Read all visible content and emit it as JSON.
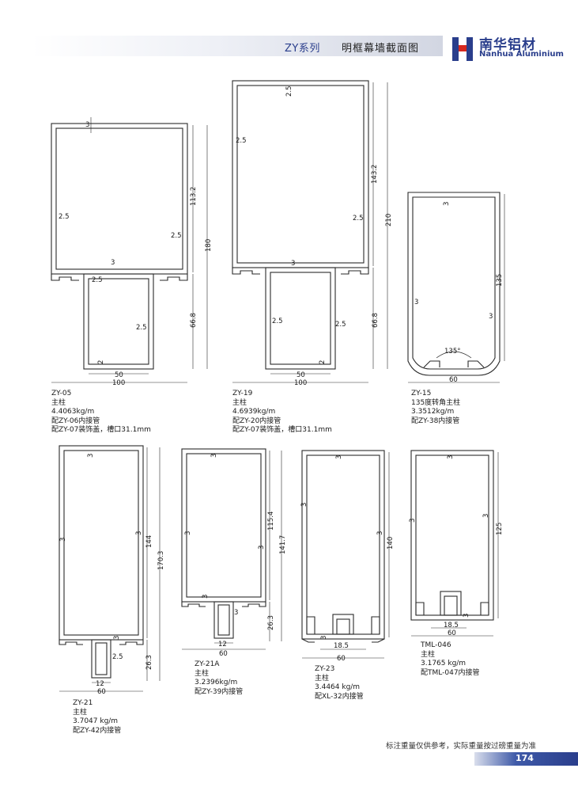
{
  "header": {
    "series": "ZY系列",
    "title": "明框幕墙截面图",
    "brand_cn": "南华铝材",
    "brand_en": "Nanhua Aluminium"
  },
  "profiles": [
    {
      "code": "ZY-05",
      "type": "主柱",
      "weight": "4.4063kg/m",
      "notes": [
        "配ZY-06内接管",
        "配ZY-07装饰盖，槽口31.1mm"
      ],
      "dims": [
        "3",
        "2.5",
        "2.5",
        "113.2",
        "180",
        "3",
        "2.5",
        "2.5",
        "66.8",
        "2",
        "50",
        "100"
      ]
    },
    {
      "code": "ZY-19",
      "type": "主柱",
      "weight": "4.6939kg/m",
      "notes": [
        "配ZY-20内接管",
        "配ZY-07装饰盖，槽口31.1mm"
      ],
      "dims": [
        "2.5",
        "2.5",
        "143.2",
        "210",
        "2.5",
        "3",
        "2.5",
        "2.5",
        "66.8",
        "2",
        "50",
        "100"
      ]
    },
    {
      "code": "ZY-15",
      "type": "135度转角主柱",
      "weight": "3.3512kg/m",
      "notes": [
        "配ZY-38内接管"
      ],
      "dims": [
        "3",
        "135",
        "3",
        "3",
        "135°",
        "60"
      ]
    },
    {
      "code": "ZY-21",
      "type": "主柱",
      "weight": "3.7047 kg/m",
      "notes": [
        "配ZY-42内接管"
      ],
      "dims": [
        "3",
        "3",
        "3",
        "144",
        "170.3",
        "3",
        "2.5",
        "26.3",
        "12",
        "60"
      ]
    },
    {
      "code": "ZY-21A",
      "type": "主柱",
      "weight": "3.2396kg/m",
      "notes": [
        "配ZY-39内接管"
      ],
      "dims": [
        "3",
        "3",
        "3",
        "115.4",
        "141.7",
        "3",
        "3",
        "26.3",
        "12",
        "60"
      ]
    },
    {
      "code": "ZY-23",
      "type": "主柱",
      "weight": "3.4464 kg/m",
      "notes": [
        "配XL-32内接管"
      ],
      "dims": [
        "3",
        "3",
        "3",
        "140",
        "3",
        "18.5",
        "60"
      ]
    },
    {
      "code": "TML-046",
      "type": "主柱",
      "weight": "3.1765 kg/m",
      "notes": [
        "配TML-047内接管"
      ],
      "dims": [
        "3",
        "3",
        "3",
        "125",
        "3",
        "18.5",
        "60"
      ]
    }
  ],
  "footer": {
    "note": "标注重量仅供参考，实际重量按过磅重量为准",
    "page": "174"
  }
}
